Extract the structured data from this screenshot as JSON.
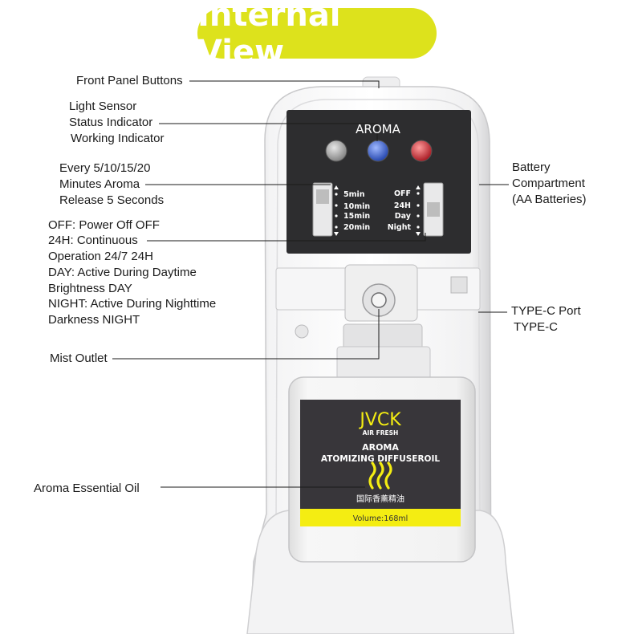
{
  "title": "Internal View",
  "labels": {
    "front_panel_buttons": "Front Panel Buttons",
    "light_sensor": "Light Sensor",
    "status_indicator": "Status Indicator",
    "working_indicator": "Working Indicator",
    "interval_line1": "Every 5/10/15/20",
    "interval_line2": "Minutes Aroma",
    "interval_line3": "Release 5 Seconds",
    "mode_line1": "OFF: Power Off OFF",
    "mode_line2": "24H: Continuous",
    "mode_line3": "Operation 24/7 24H",
    "mode_line4": "DAY: Active During Daytime",
    "mode_line5": "Brightness DAY",
    "mode_line6": "NIGHT: Active During Nighttime",
    "mode_line7": "Darkness NIGHT",
    "mist_outlet": "Mist Outlet",
    "aroma_oil": "Aroma Essential Oil",
    "battery_line1": "Battery",
    "battery_line2": "Compartment",
    "battery_line3": "(AA Batteries)",
    "typec_line1": "TYPE-C Port",
    "typec_line2": "TYPE-C"
  },
  "panel": {
    "heading": "AROMA",
    "intervals": [
      "5min",
      "10min",
      "15min",
      "20min"
    ],
    "modes": [
      "OFF",
      "24H",
      "Day",
      "Night"
    ]
  },
  "bottle": {
    "brand": "JVCK",
    "sub_brand": "AIR FRESH",
    "product_line1": "AROMA",
    "product_line2": "ATOMIZING DIFFUSEROIL",
    "chinese_name": "国际香薰精油",
    "volume": "Volume:168ml"
  },
  "colors": {
    "accent": "#dde21c",
    "panel_bg": "#2d2d2f",
    "bottle_label_bg": "#38363a",
    "bottle_label_band": "#f4ed12",
    "led_gray": "#8b8b8b",
    "led_blue": "#2a5bd1",
    "led_red": "#c9242f"
  }
}
